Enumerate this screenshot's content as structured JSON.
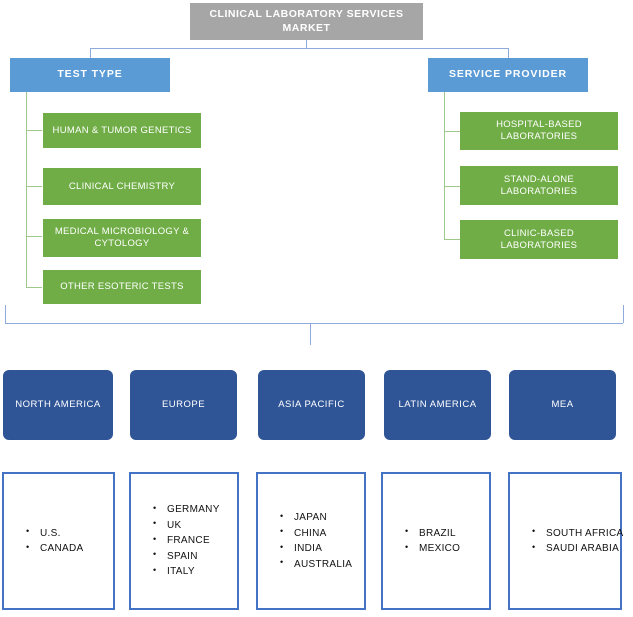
{
  "diagram": {
    "title": "CLINICAL LABORATORY SERVICES MARKET",
    "segments": [
      {
        "label": "TEST TYPE",
        "items": [
          "HUMAN & TUMOR GENETICS",
          "CLINICAL CHEMISTRY",
          "MEDICAL MICROBIOLOGY & CYTOLOGY",
          "OTHER ESOTERIC TESTS"
        ]
      },
      {
        "label": "SERVICE PROVIDER",
        "items": [
          "HOSPITAL-BASED LABORATORIES",
          "STAND-ALONE LABORATORIES",
          "CLINIC-BASED LABORATORIES"
        ]
      }
    ],
    "regions": [
      {
        "label": "NORTH AMERICA",
        "countries": [
          "U.S.",
          "CANADA"
        ]
      },
      {
        "label": "EUROPE",
        "countries": [
          "GERMANY",
          "UK",
          "FRANCE",
          "SPAIN",
          "ITALY"
        ]
      },
      {
        "label": "ASIA PACIFIC",
        "countries": [
          "JAPAN",
          "CHINA",
          "INDIA",
          "AUSTRALIA"
        ]
      },
      {
        "label": "LATIN AMERICA",
        "countries": [
          "BRAZIL",
          "MEXICO"
        ]
      },
      {
        "label": "MEA",
        "countries": [
          "SOUTH AFRICA",
          "SAUDI ARABIA"
        ]
      }
    ],
    "colors": {
      "title_bg": "#a6a6a6",
      "segment_bg": "#5b9bd5",
      "item_bg": "#70ad47",
      "region_bg": "#2f5597",
      "country_border": "#4472c4",
      "connector_blue": "#8faadc",
      "connector_green": "#9fc98a"
    }
  }
}
